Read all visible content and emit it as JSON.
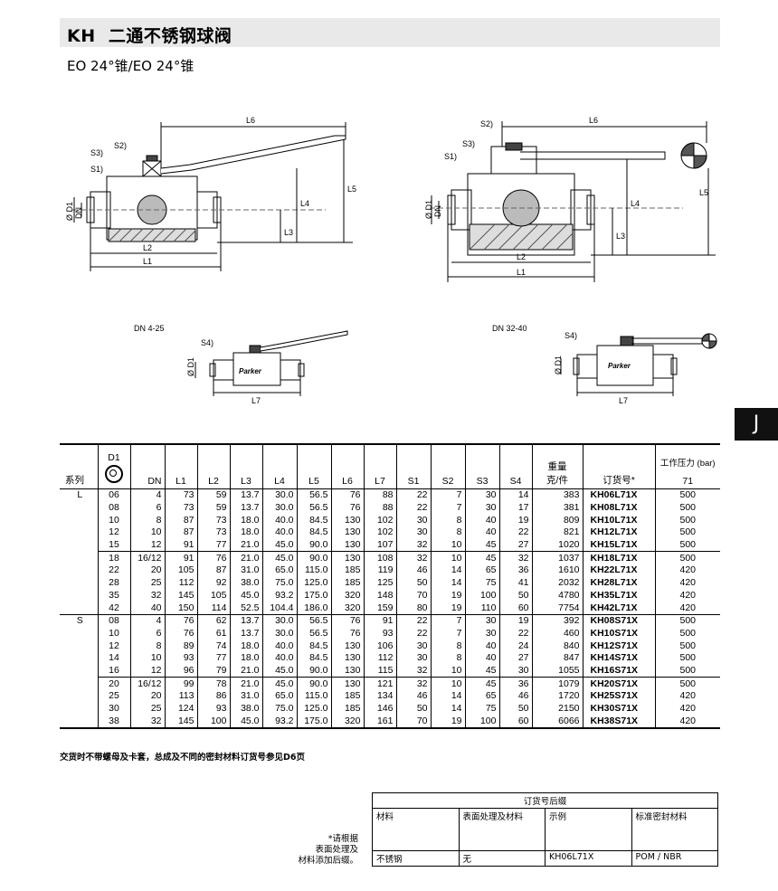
{
  "header": {
    "title": "KH  二通不锈钢球阀",
    "subtitle": "EO 24°锥/EO 24°锥"
  },
  "section_tab": "J",
  "drawings": {
    "labels": {
      "L1": "L1",
      "L2": "L2",
      "L3": "L3",
      "L4": "L4",
      "L5": "L5",
      "L6": "L6",
      "L7": "L7",
      "S1": "S1)",
      "S2": "S2)",
      "S3": "S3)",
      "S4": "S4)",
      "D1": "Ø D1",
      "DN": "DN"
    },
    "view_small_left": "DN 4-25",
    "view_small_right": "DN 32-40",
    "brand": "Parker"
  },
  "table": {
    "headers": {
      "series": "系列",
      "d1_top": "D1",
      "dn": "DN",
      "l1": "L1",
      "l2": "L2",
      "l3": "L3",
      "l4": "L4",
      "l5": "L5",
      "l6": "L6",
      "l7": "L7",
      "s1": "S1",
      "s2": "S2",
      "s3": "S3",
      "s4": "S4",
      "weight_top": "重量",
      "weight_unit": "克/件",
      "order": "订货号*",
      "pressure_top": "工作压力 (bar)",
      "pressure_val": "71"
    },
    "rows": [
      {
        "series": "L",
        "d1": "06",
        "dn": "4",
        "l1": "73",
        "l2": "59",
        "l3": "13.7",
        "l4": "30.0",
        "l5": "56.5",
        "l6": "76",
        "l7": "88",
        "s1": "22",
        "s2": "7",
        "s3": "30",
        "s4": "14",
        "weight": "383",
        "order": "KH06L71X",
        "pressure": "500"
      },
      {
        "series": "",
        "d1": "08",
        "dn": "6",
        "l1": "73",
        "l2": "59",
        "l3": "13.7",
        "l4": "30.0",
        "l5": "56.5",
        "l6": "76",
        "l7": "88",
        "s1": "22",
        "s2": "7",
        "s3": "30",
        "s4": "17",
        "weight": "381",
        "order": "KH08L71X",
        "pressure": "500"
      },
      {
        "series": "",
        "d1": "10",
        "dn": "8",
        "l1": "87",
        "l2": "73",
        "l3": "18.0",
        "l4": "40.0",
        "l5": "84.5",
        "l6": "130",
        "l7": "102",
        "s1": "30",
        "s2": "8",
        "s3": "40",
        "s4": "19",
        "weight": "809",
        "order": "KH10L71X",
        "pressure": "500"
      },
      {
        "series": "",
        "d1": "12",
        "dn": "10",
        "l1": "87",
        "l2": "73",
        "l3": "18.0",
        "l4": "40.0",
        "l5": "84.5",
        "l6": "130",
        "l7": "102",
        "s1": "30",
        "s2": "8",
        "s3": "40",
        "s4": "22",
        "weight": "821",
        "order": "KH12L71X",
        "pressure": "500"
      },
      {
        "series": "",
        "d1": "15",
        "dn": "12",
        "l1": "91",
        "l2": "77",
        "l3": "21.0",
        "l4": "45.0",
        "l5": "90.0",
        "l6": "130",
        "l7": "107",
        "s1": "32",
        "s2": "10",
        "s3": "45",
        "s4": "27",
        "weight": "1020",
        "order": "KH15L71X",
        "pressure": "500"
      },
      {
        "series": "",
        "d1": "18",
        "dn": "16/12",
        "l1": "91",
        "l2": "76",
        "l3": "21.0",
        "l4": "45.0",
        "l5": "90.0",
        "l6": "130",
        "l7": "108",
        "s1": "32",
        "s2": "10",
        "s3": "45",
        "s4": "32",
        "weight": "1037",
        "order": "KH18L71X",
        "pressure": "500"
      },
      {
        "series": "",
        "d1": "22",
        "dn": "20",
        "l1": "105",
        "l2": "87",
        "l3": "31.0",
        "l4": "65.0",
        "l5": "115.0",
        "l6": "185",
        "l7": "119",
        "s1": "46",
        "s2": "14",
        "s3": "65",
        "s4": "36",
        "weight": "1610",
        "order": "KH22L71X",
        "pressure": "420"
      },
      {
        "series": "",
        "d1": "28",
        "dn": "25",
        "l1": "112",
        "l2": "92",
        "l3": "38.0",
        "l4": "75.0",
        "l5": "125.0",
        "l6": "185",
        "l7": "125",
        "s1": "50",
        "s2": "14",
        "s3": "75",
        "s4": "41",
        "weight": "2032",
        "order": "KH28L71X",
        "pressure": "420"
      },
      {
        "series": "",
        "d1": "35",
        "dn": "32",
        "l1": "145",
        "l2": "105",
        "l3": "45.0",
        "l4": "93.2",
        "l5": "175.0",
        "l6": "320",
        "l7": "148",
        "s1": "70",
        "s2": "19",
        "s3": "100",
        "s4": "50",
        "weight": "4780",
        "order": "KH35L71X",
        "pressure": "420"
      },
      {
        "series": "",
        "d1": "42",
        "dn": "40",
        "l1": "150",
        "l2": "114",
        "l3": "52.5",
        "l4": "104.4",
        "l5": "186.0",
        "l6": "320",
        "l7": "159",
        "s1": "80",
        "s2": "19",
        "s3": "110",
        "s4": "60",
        "weight": "7754",
        "order": "KH42L71X",
        "pressure": "420"
      },
      {
        "series": "S",
        "d1": "08",
        "dn": "4",
        "l1": "76",
        "l2": "62",
        "l3": "13.7",
        "l4": "30.0",
        "l5": "56.5",
        "l6": "76",
        "l7": "91",
        "s1": "22",
        "s2": "7",
        "s3": "30",
        "s4": "19",
        "weight": "392",
        "order": "KH08S71X",
        "pressure": "500"
      },
      {
        "series": "",
        "d1": "10",
        "dn": "6",
        "l1": "76",
        "l2": "61",
        "l3": "13.7",
        "l4": "30.0",
        "l5": "56.5",
        "l6": "76",
        "l7": "93",
        "s1": "22",
        "s2": "7",
        "s3": "30",
        "s4": "22",
        "weight": "460",
        "order": "KH10S71X",
        "pressure": "500"
      },
      {
        "series": "",
        "d1": "12",
        "dn": "8",
        "l1": "89",
        "l2": "74",
        "l3": "18.0",
        "l4": "40.0",
        "l5": "84.5",
        "l6": "130",
        "l7": "106",
        "s1": "30",
        "s2": "8",
        "s3": "40",
        "s4": "24",
        "weight": "840",
        "order": "KH12S71X",
        "pressure": "500"
      },
      {
        "series": "",
        "d1": "14",
        "dn": "10",
        "l1": "93",
        "l2": "77",
        "l3": "18.0",
        "l4": "40.0",
        "l5": "84.5",
        "l6": "130",
        "l7": "112",
        "s1": "30",
        "s2": "8",
        "s3": "40",
        "s4": "27",
        "weight": "847",
        "order": "KH14S71X",
        "pressure": "500"
      },
      {
        "series": "",
        "d1": "16",
        "dn": "12",
        "l1": "96",
        "l2": "79",
        "l3": "21.0",
        "l4": "45.0",
        "l5": "90.0",
        "l6": "130",
        "l7": "115",
        "s1": "32",
        "s2": "10",
        "s3": "45",
        "s4": "30",
        "weight": "1055",
        "order": "KH16S71X",
        "pressure": "500"
      },
      {
        "series": "",
        "d1": "20",
        "dn": "16/12",
        "l1": "99",
        "l2": "78",
        "l3": "21.0",
        "l4": "45.0",
        "l5": "90.0",
        "l6": "130",
        "l7": "121",
        "s1": "32",
        "s2": "10",
        "s3": "45",
        "s4": "36",
        "weight": "1079",
        "order": "KH20S71X",
        "pressure": "500"
      },
      {
        "series": "",
        "d1": "25",
        "dn": "20",
        "l1": "113",
        "l2": "86",
        "l3": "31.0",
        "l4": "65.0",
        "l5": "115.0",
        "l6": "185",
        "l7": "134",
        "s1": "46",
        "s2": "14",
        "s3": "65",
        "s4": "46",
        "weight": "1720",
        "order": "KH25S71X",
        "pressure": "420"
      },
      {
        "series": "",
        "d1": "30",
        "dn": "25",
        "l1": "124",
        "l2": "93",
        "l3": "38.0",
        "l4": "75.0",
        "l5": "125.0",
        "l6": "185",
        "l7": "146",
        "s1": "50",
        "s2": "14",
        "s3": "75",
        "s4": "50",
        "weight": "2150",
        "order": "KH30S71X",
        "pressure": "420"
      },
      {
        "series": "",
        "d1": "38",
        "dn": "32",
        "l1": "145",
        "l2": "100",
        "l3": "45.0",
        "l4": "93.2",
        "l5": "175.0",
        "l6": "320",
        "l7": "161",
        "s1": "70",
        "s2": "19",
        "s3": "100",
        "s4": "60",
        "weight": "6066",
        "order": "KH38S71X",
        "pressure": "420"
      }
    ]
  },
  "note": "交货时不带螺母及卡套，总成及不同的密封材料订货号参见D6页",
  "side_note": [
    "*请根据",
    "表面处理及",
    "材料添加后缀。"
  ],
  "suffix_table": {
    "title": "订货号后缀",
    "columns": [
      "材料",
      "表面处理及材料",
      "示例",
      "标准密封材料"
    ],
    "values": [
      "不锈钢",
      "无",
      "KH06L71X",
      "POM / NBR"
    ]
  }
}
